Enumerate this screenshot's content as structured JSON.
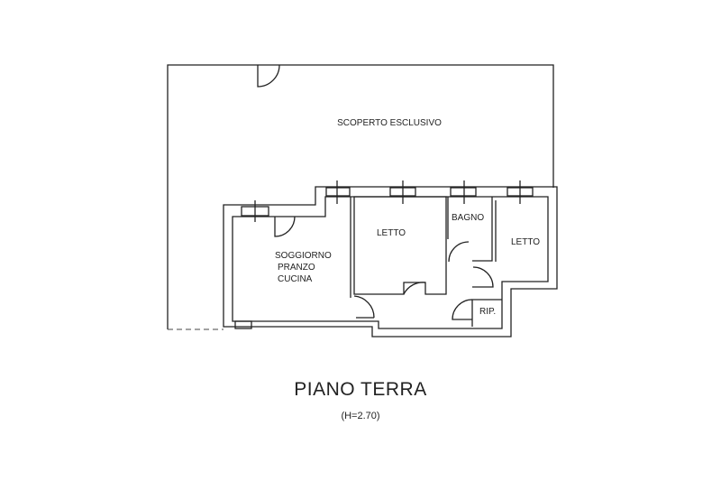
{
  "plan": {
    "title": "PIANO TERRA",
    "height_note": "(H=2.70)",
    "rooms": {
      "outdoor": "SCOPERTO ESCLUSIVO",
      "living_1": "SOGGIORNO",
      "living_2": "PRANZO",
      "living_3": "CUCINA",
      "bedroom_1": "LETTO",
      "bathroom": "BAGNO",
      "bedroom_2": "LETTO",
      "storage": "RIP."
    }
  }
}
